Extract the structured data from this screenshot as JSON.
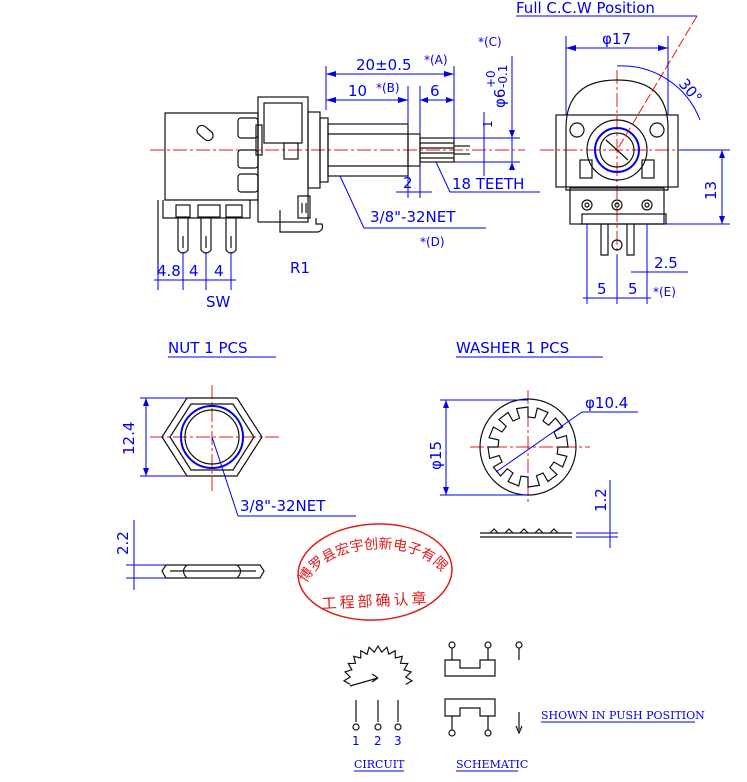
{
  "labels": {
    "full_ccw": "Full C.C.W Position",
    "dim_20": "20±0.5",
    "mark_a": "*(A)",
    "mark_c": "*(C)",
    "dim_10": "10",
    "mark_b": "*(B)",
    "dim_6": "6",
    "shaft_dia": "φ6",
    "tol_plus": "+0",
    "tol_minus": "-0.1",
    "dim_1": "1",
    "dim_2": "2",
    "teeth": "18  TEETH",
    "thread": "3/8\"-32NET",
    "mark_d": "*(D)",
    "dim_48": "4.8",
    "dim_4a": "4",
    "dim_4b": "4",
    "sw": "SW",
    "r1": "R1",
    "dia_17": "φ17",
    "angle_30": "30°",
    "dim_13": "13",
    "dim_25": "2.5",
    "dim_5a": "5",
    "dim_5b": "5",
    "mark_e": "*(E)",
    "nut_title": "NUT  1  PCS",
    "washer_title": "WASHER  1  PCS",
    "nut_124": "12.4",
    "nut_thread": "3/8\"-32NET",
    "nut_22": "2.2",
    "washer_104": "φ10.4",
    "washer_15": "φ15",
    "washer_12": "1.2",
    "pin_1": "1",
    "pin_2": "2",
    "pin_3": "3",
    "circuit": "CIRCUIT",
    "schematic": "SCHEMATIC",
    "shown_push": "SHOWN  IN  PUSH  POSITION"
  },
  "stamp": {
    "company": "博罗县宏宇创新电子有限公司",
    "dept": "工程部确认章"
  },
  "colors": {
    "dimension": "#0000ee",
    "outline": "#111111",
    "centerline": "#e21b1b",
    "stamp": "#e21b1b"
  }
}
